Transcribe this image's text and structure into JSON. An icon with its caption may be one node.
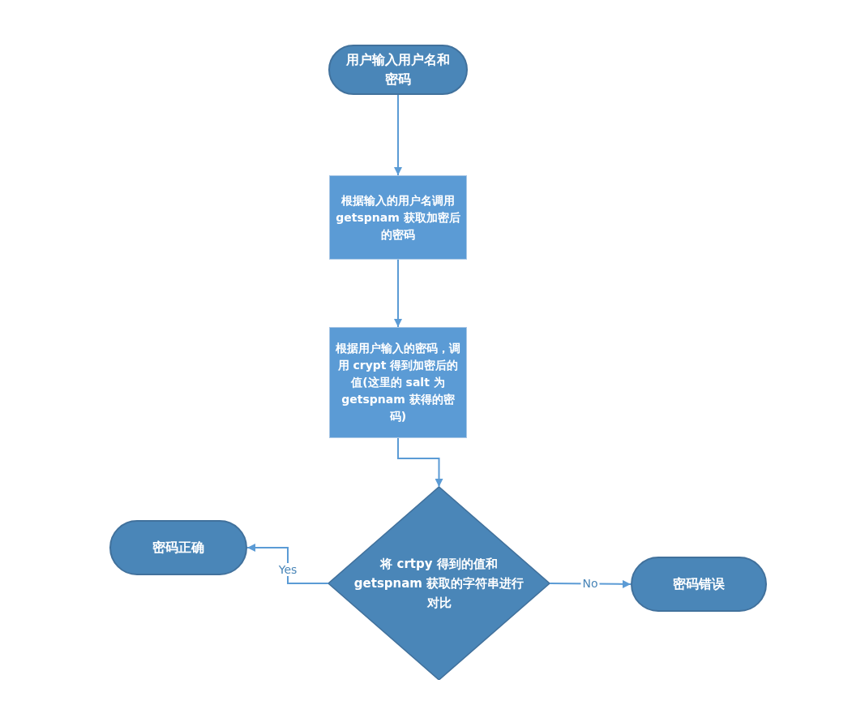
{
  "diagram": {
    "nodes": [
      {
        "text": [
          "用户输入用户名和密码"
        ]
      },
      {
        "text": [
          "根据输入的用户名调用 getspnam 获取加密后的密码"
        ]
      },
      {
        "text": [
          "根据用户输入的密码，调用 crypt 得到加密后的值(这里的 salt 为 getspnam 获得的密码)"
        ]
      },
      {
        "text": [
          "将 crtpy 得到的值和 getspnam 获取的字符串进行对比"
        ]
      },
      {
        "text": [
          "密码正确"
        ]
      },
      {
        "text": [
          "密码错误"
        ]
      }
    ],
    "edges": [
      {
        "from": 0,
        "to": 1,
        "arrow": "to"
      },
      {
        "from": 1,
        "to": 2,
        "arrow": "to"
      },
      {
        "from": 2,
        "to": 3,
        "arrow": "to"
      },
      {
        "from": 3,
        "to": 4,
        "arrow": "to",
        "label": "Yes"
      },
      {
        "from": 3,
        "to": 5,
        "arrow": "to",
        "label": "No"
      }
    ]
  }
}
